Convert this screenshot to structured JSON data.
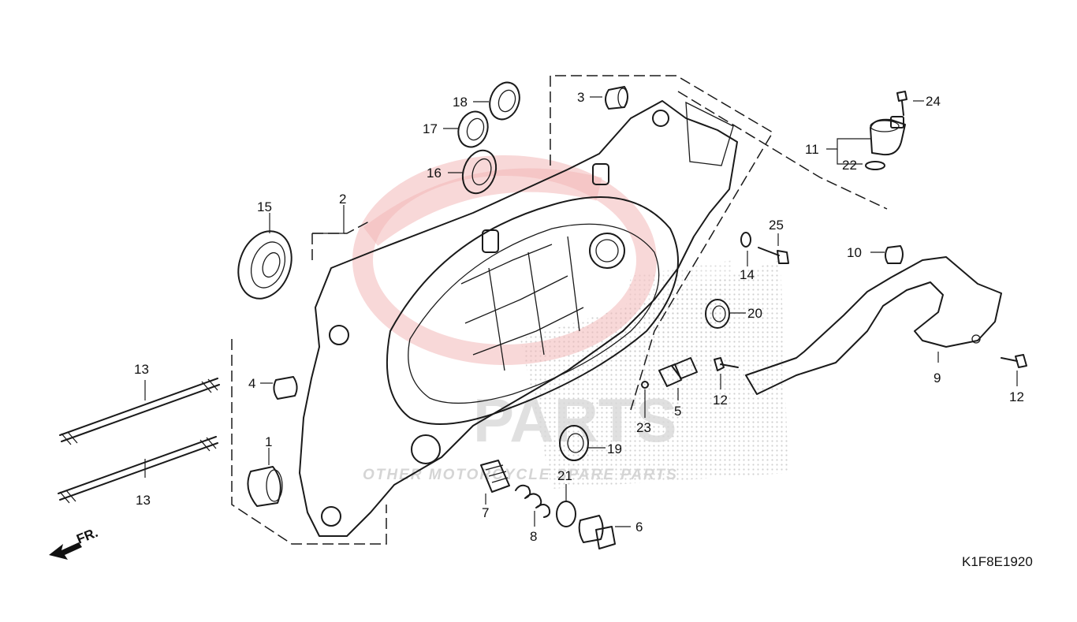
{
  "diagram": {
    "code": "K1F8E1920",
    "front_label": "FR.",
    "accent_color": "#e84a4a",
    "watermark": {
      "brand": "PARTS",
      "tagline": "OTHER MOTORCYCLE SPARE PARTS"
    },
    "callouts": {
      "c1": "1",
      "c2": "2",
      "c3": "3",
      "c4": "4",
      "c5": "5",
      "c6": "6",
      "c7": "7",
      "c8": "8",
      "c9": "9",
      "c10": "10",
      "c11": "11",
      "c12a": "12",
      "c12b": "12",
      "c13a": "13",
      "c13b": "13",
      "c14": "14",
      "c15": "15",
      "c16": "16",
      "c17": "17",
      "c18": "18",
      "c19": "19",
      "c20": "20",
      "c21": "21",
      "c22": "22",
      "c23": "23",
      "c24": "24",
      "c25": "25"
    }
  }
}
